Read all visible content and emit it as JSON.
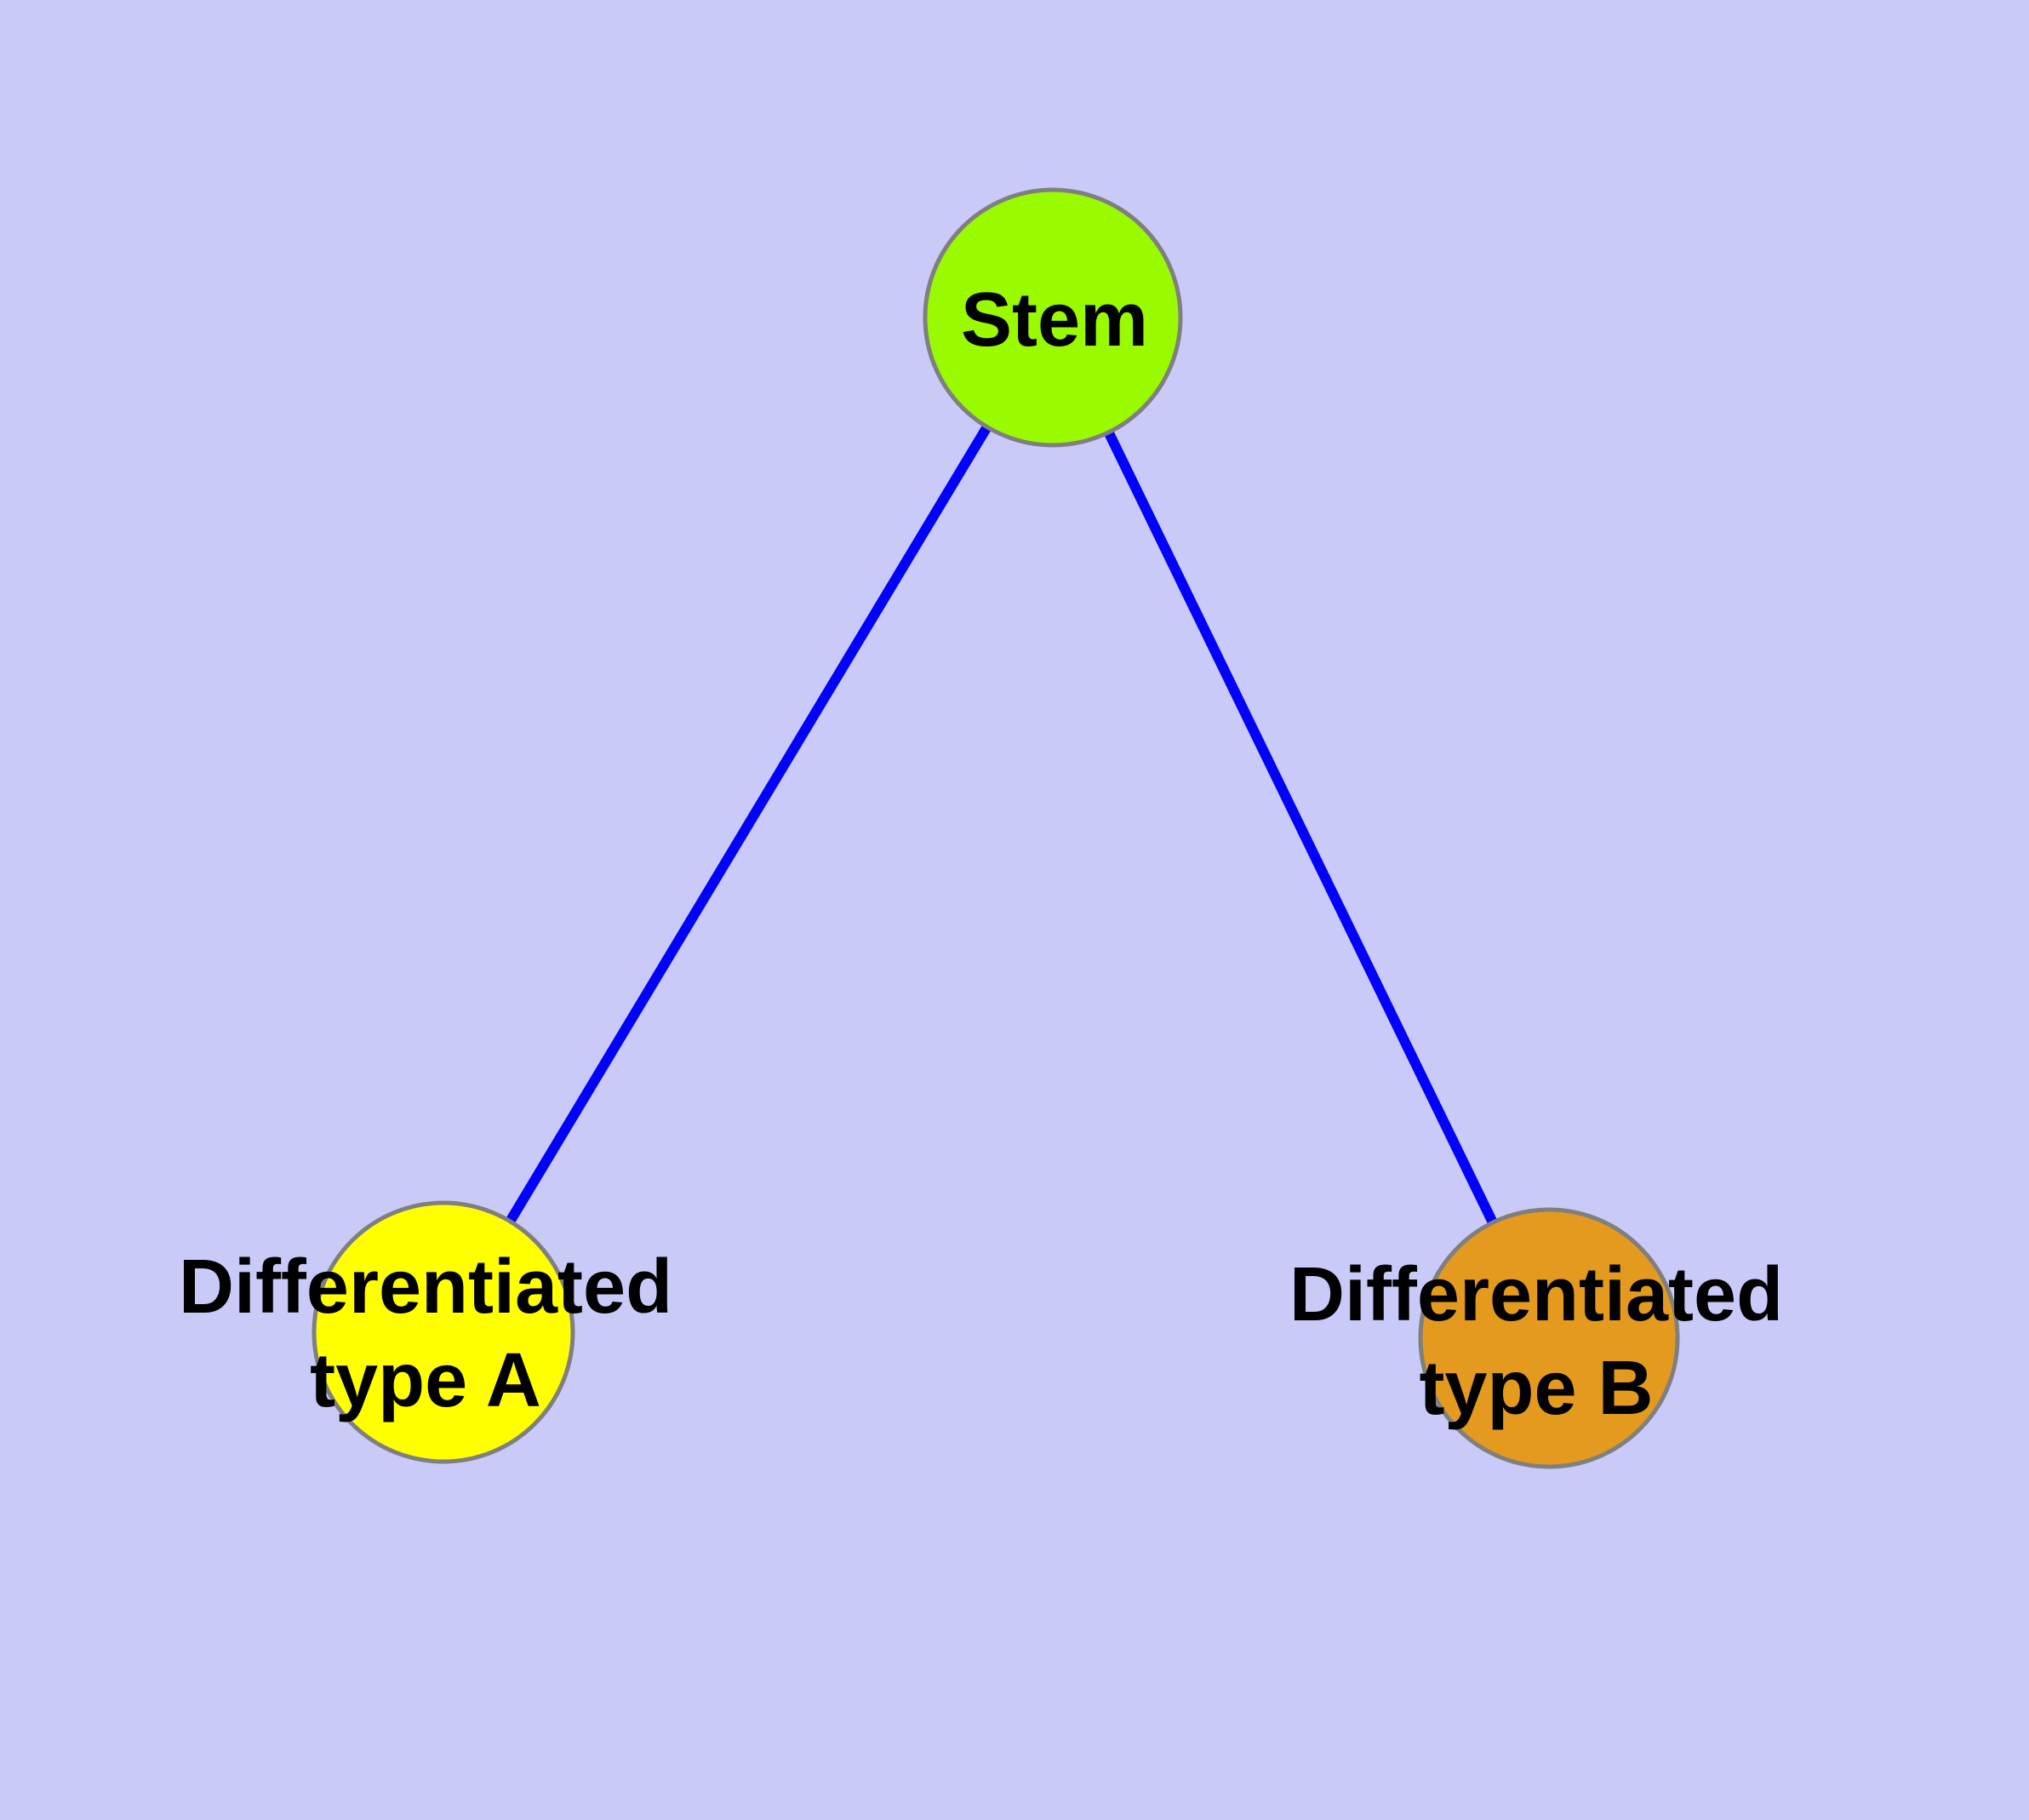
{
  "canvas": {
    "background_color": "#CACAF8",
    "node_border_color": "#7F7F7F"
  },
  "nodes": {
    "stem": {
      "label": "Stem",
      "color": "#9AFA00"
    },
    "diff_a": {
      "label": "Differentiated\ntype A",
      "color": "#FFFF00"
    },
    "diff_b": {
      "label": "Differentiated\ntype B",
      "color": "#E49A1E"
    }
  },
  "edges": {
    "color": "#0202FA",
    "connections": [
      {
        "from": "Stem",
        "to": "Differentiated type A"
      },
      {
        "from": "Stem",
        "to": "Differentiated type B"
      }
    ]
  }
}
